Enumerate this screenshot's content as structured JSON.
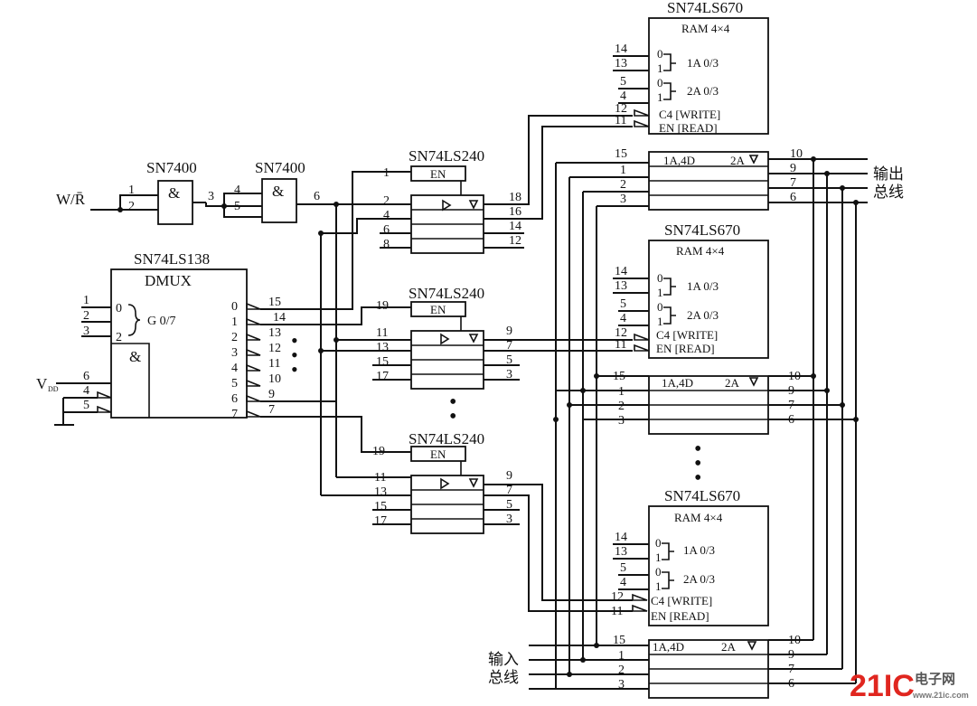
{
  "input_label": "W/R̄",
  "gates": [
    {
      "part": "SN7400",
      "symbol": "&",
      "pins_in": [
        "1",
        "2"
      ],
      "pin_out": "3"
    },
    {
      "part": "SN7400",
      "symbol": "&",
      "pins_in": [
        "4",
        "5"
      ],
      "pin_out": "6"
    }
  ],
  "decoder": {
    "part": "SN74LS138",
    "title": "DMUX",
    "select_label": "G 0/7",
    "and_symbol": "&",
    "select_pins": [
      "1",
      "2",
      "3"
    ],
    "select_inner": [
      "0",
      "2"
    ],
    "enable_pins": [
      "6",
      "4",
      "5"
    ],
    "vdd": "V",
    "vdd_sub": "DD",
    "outputs": [
      "0",
      "1",
      "2",
      "3",
      "4",
      "5",
      "6",
      "7"
    ],
    "out_pins": [
      "15",
      "14",
      "13",
      "12",
      "11",
      "10",
      "9",
      "7"
    ]
  },
  "buffers": [
    {
      "part": "SN74LS240",
      "en": "EN",
      "en_pin": "1",
      "in_pins": [
        "2",
        "4",
        "6",
        "8"
      ],
      "out_pins": [
        "18",
        "16",
        "14",
        "12"
      ]
    },
    {
      "part": "SN74LS240",
      "en": "EN",
      "en_pin": "19",
      "in_pins": [
        "11",
        "13",
        "15",
        "17"
      ],
      "out_pins": [
        "9",
        "7",
        "5",
        "3"
      ]
    },
    {
      "part": "SN74LS240",
      "en": "EN",
      "en_pin": "19",
      "in_pins": [
        "11",
        "13",
        "15",
        "17"
      ],
      "out_pins": [
        "9",
        "7",
        "5",
        "3"
      ]
    }
  ],
  "rams": [
    {
      "part": "SN74LS670",
      "title": "RAM 4×4"
    },
    {
      "part": "SN74LS670",
      "title": "RAM 4×4"
    },
    {
      "part": "SN74LS670",
      "title": "RAM 4×4"
    }
  ],
  "ram_pins": {
    "addr_a": [
      "14",
      "13"
    ],
    "addr_b": [
      "5",
      "4"
    ],
    "a_label": "1A 0/3",
    "b_label": "2A 0/3",
    "write_pin": "12",
    "read_pin": "11",
    "write_label": "C4 [WRITE]",
    "read_label": "EN [READ]",
    "bit0": "0",
    "bit1": "1",
    "data_in_label": "1A,4D",
    "data_out_label": "2A",
    "data_in_pins": [
      "15",
      "1",
      "2",
      "3"
    ],
    "data_out_pins": [
      "10",
      "9",
      "7",
      "6"
    ]
  },
  "bus_out": [
    "输出",
    "总线"
  ],
  "bus_in": [
    "输入",
    "总线"
  ],
  "watermark": {
    "brand": "21IC",
    "sub": "电子网",
    "url": "www.21ic.com"
  }
}
